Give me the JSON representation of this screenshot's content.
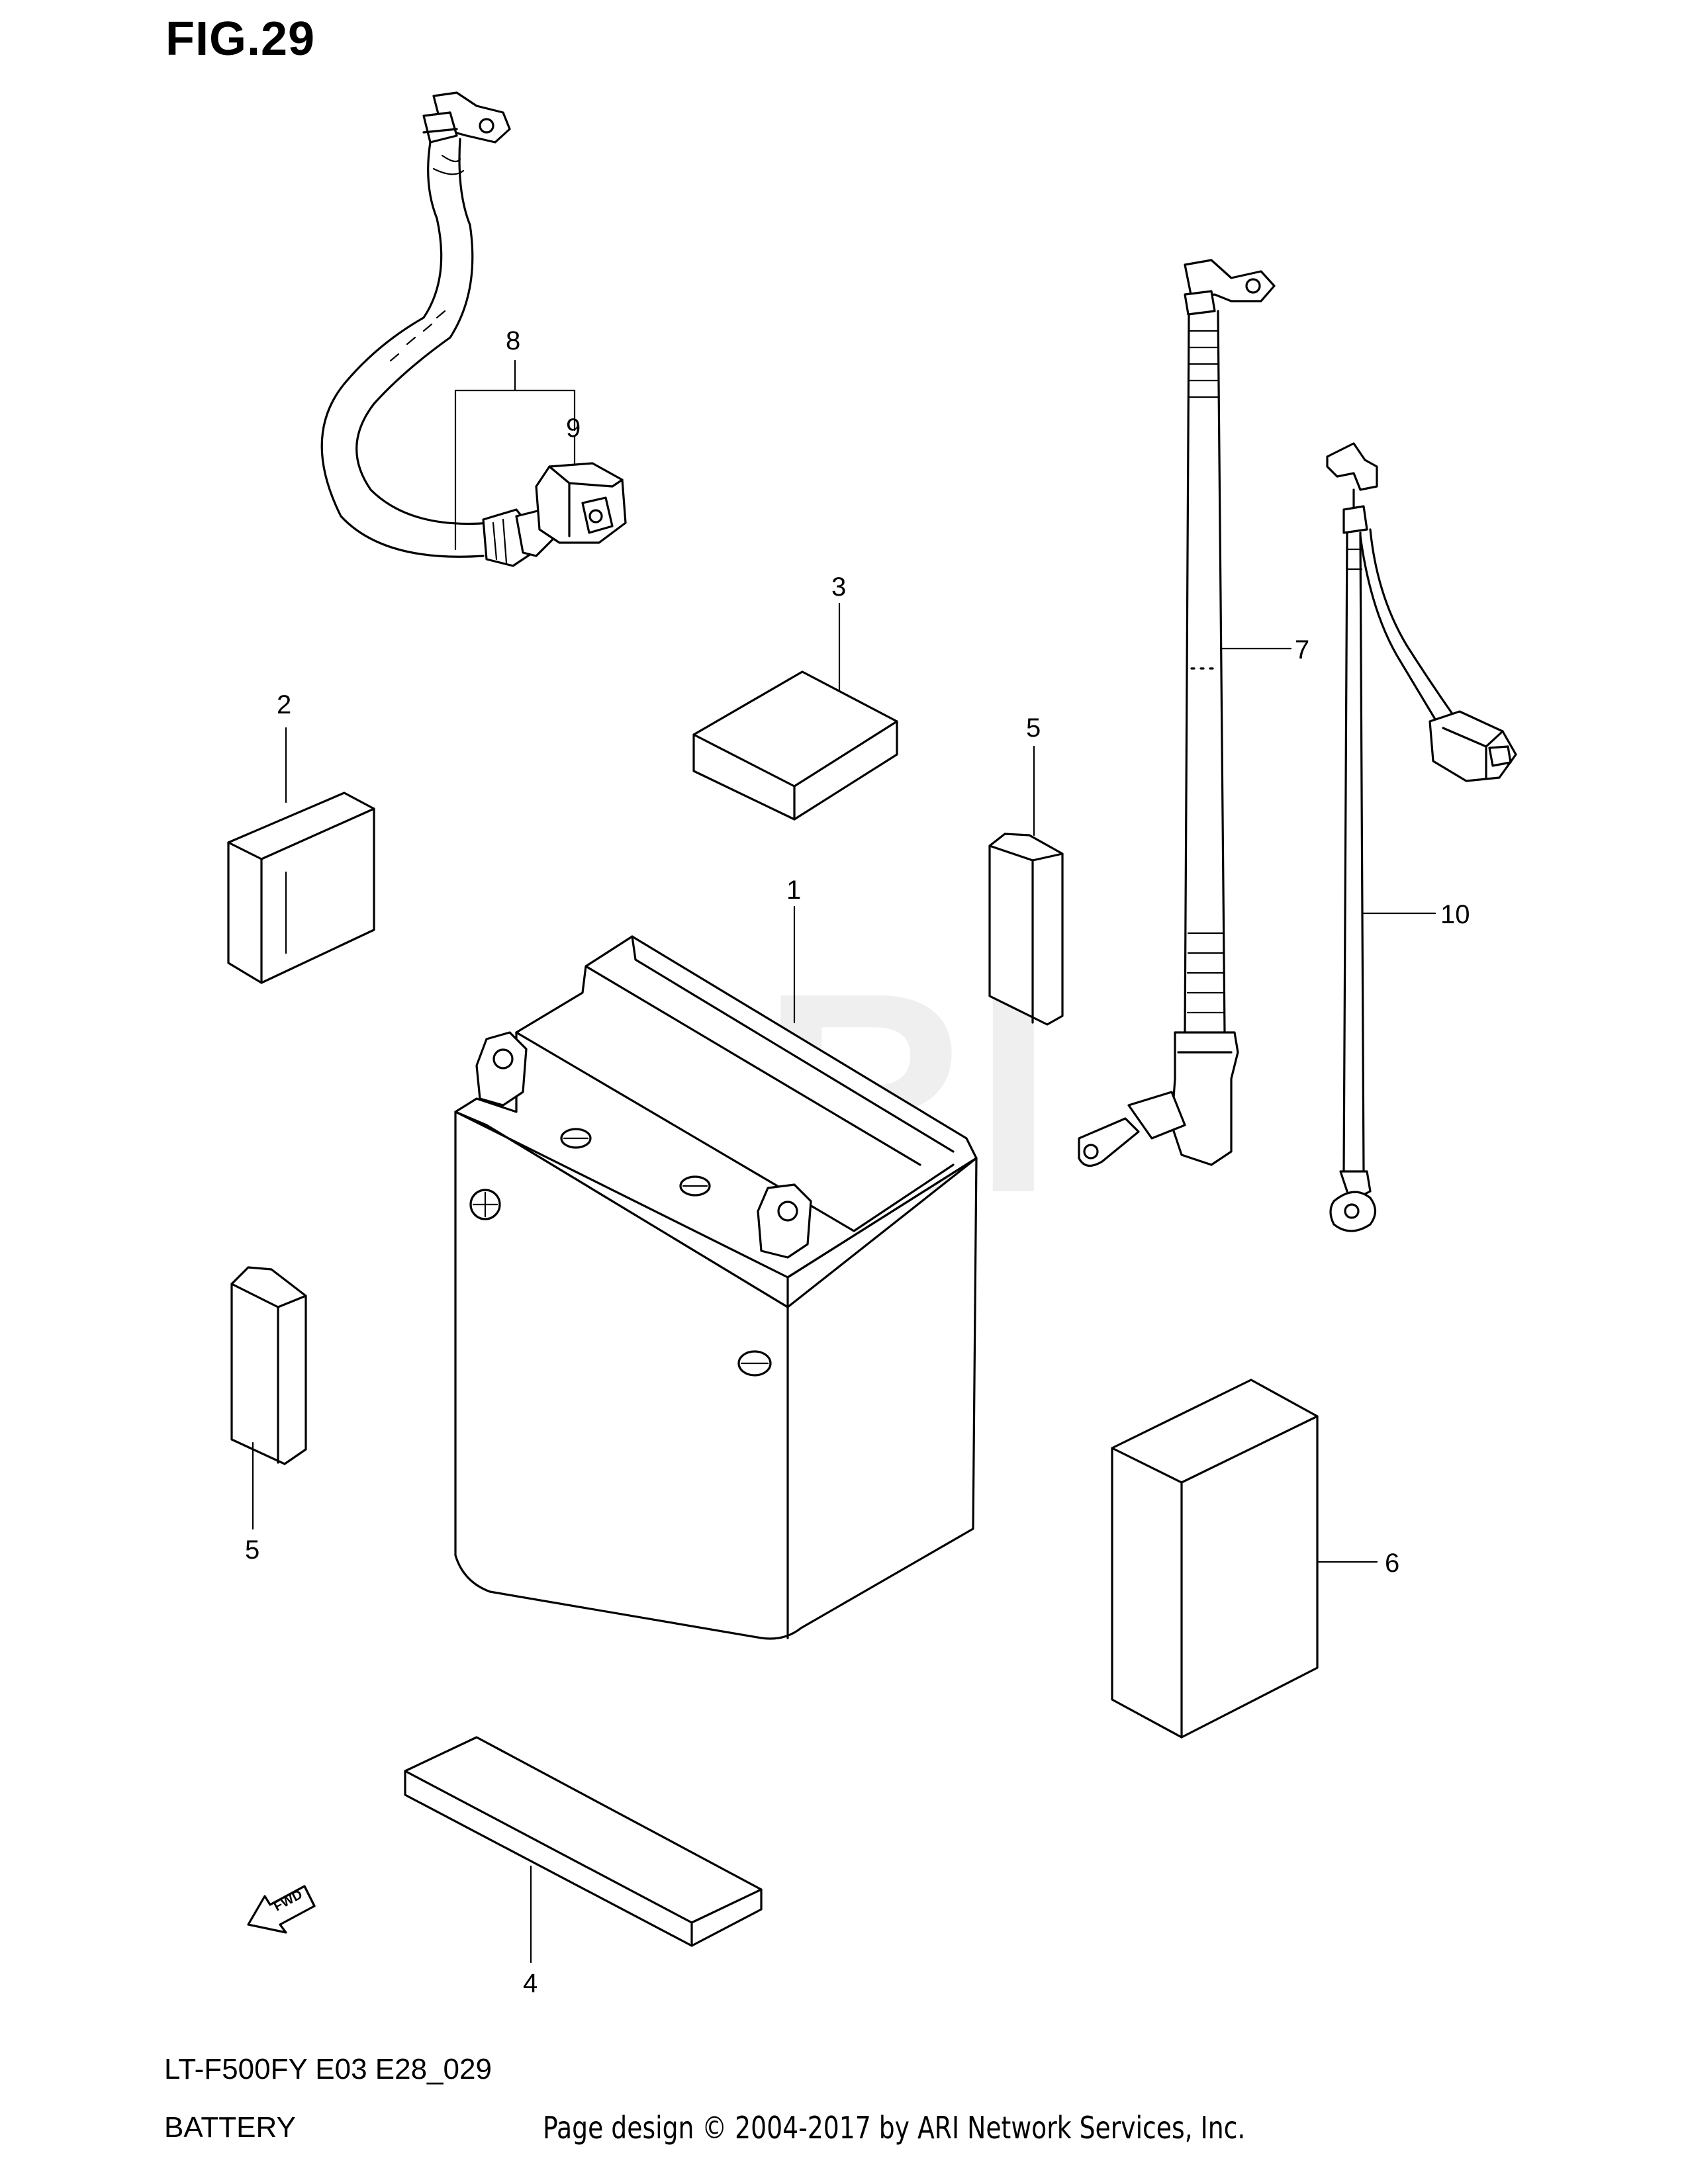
{
  "figure": {
    "title": "FIG.29",
    "watermark": "ARI"
  },
  "callouts": [
    {
      "id": "1",
      "label": "1"
    },
    {
      "id": "2",
      "label": "2"
    },
    {
      "id": "3",
      "label": "3"
    },
    {
      "id": "4",
      "label": "4"
    },
    {
      "id": "5a",
      "label": "5"
    },
    {
      "id": "5b",
      "label": "5"
    },
    {
      "id": "6",
      "label": "6"
    },
    {
      "id": "7",
      "label": "7"
    },
    {
      "id": "8",
      "label": "8"
    },
    {
      "id": "9",
      "label": "9"
    },
    {
      "id": "10",
      "label": "10"
    }
  ],
  "fwd_label": "FWD",
  "footer": {
    "model": "LT-F500FY E03 E28_029",
    "section": "BATTERY",
    "copyright": "Page design © 2004-2017 by ARI Network Services, Inc."
  }
}
